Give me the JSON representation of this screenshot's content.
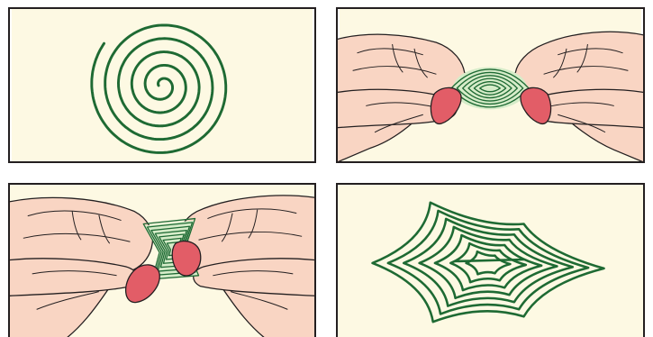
{
  "figure": {
    "panels": [
      {
        "id": "p1",
        "content": "spiral-coil"
      },
      {
        "id": "p2",
        "content": "fingers-pinching-coil"
      },
      {
        "id": "p3",
        "content": "fingers-twisting-coil"
      },
      {
        "id": "p4",
        "content": "stretched-star-coil"
      }
    ]
  },
  "colors": {
    "background": "#fdf9e3",
    "coil": "#1e6a33",
    "coil_fill": "#d6ecc9",
    "skin": "#f9d5c3",
    "nail": "#e25d67",
    "outline": "#231f20"
  }
}
